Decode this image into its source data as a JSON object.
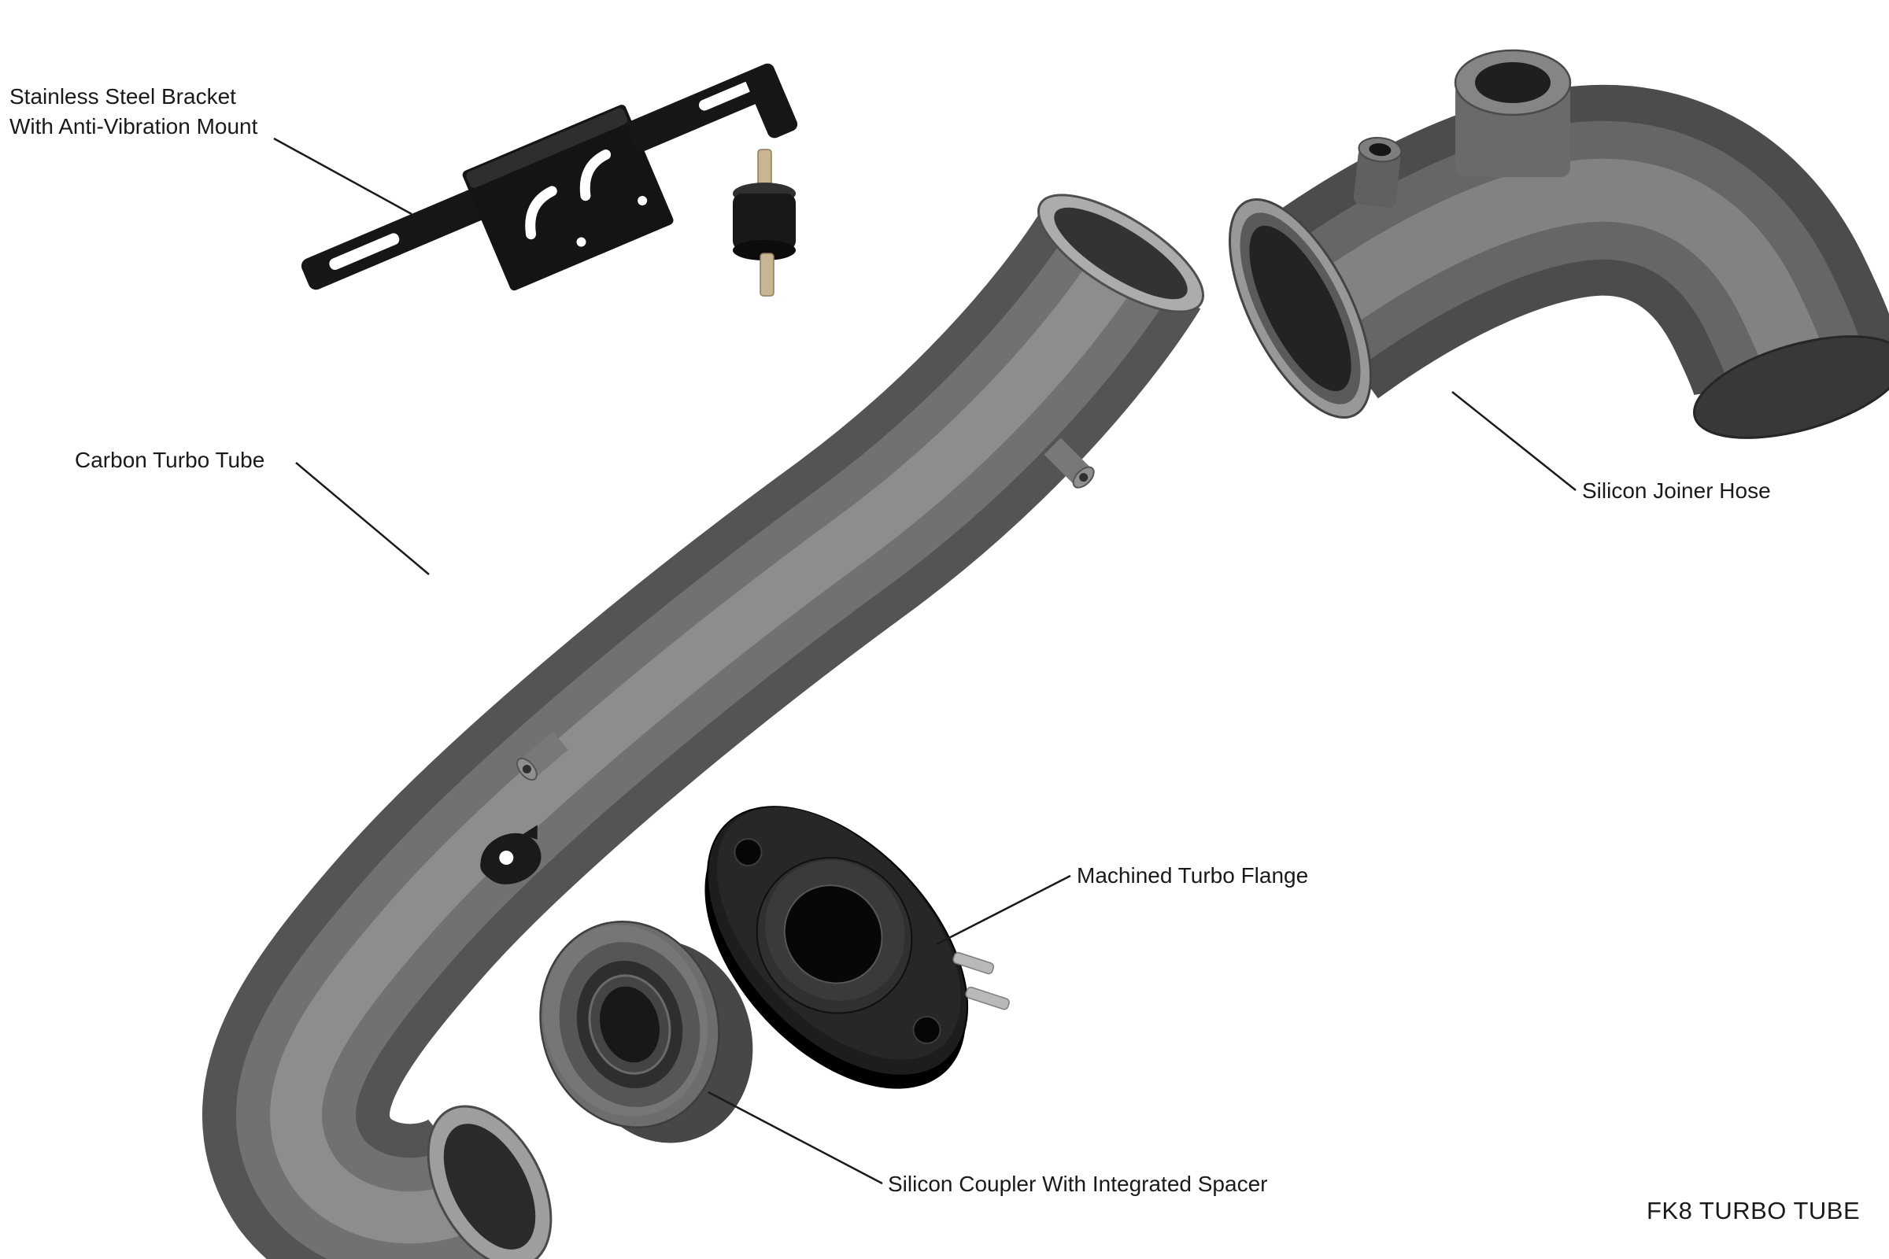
{
  "diagram": {
    "type": "exploded-view-technical-diagram",
    "title": "FK8 TURBO TUBE",
    "background_color": "#ffffff",
    "label_text_color": "#1a1a1a",
    "leader_line_color": "#1a1a1a",
    "labels": {
      "bracket": {
        "line1": "Stainless Steel Bracket",
        "line2": "With Anti-Vibration Mount"
      },
      "carbon_tube": "Carbon Turbo Tube",
      "joiner_hose": "Silicon Joiner Hose",
      "turbo_flange": "Machined Turbo Flange",
      "coupler": "Silicon Coupler With Integrated Spacer"
    },
    "part_colors": {
      "tube_gray": "#6e6e6e",
      "hose_gray": "#5f5f5f",
      "bracket_black": "#161616",
      "flange_black": "#1d1d1d",
      "coupler_gray": "#6d6d6d",
      "mount_stud_tan": "#c8b593"
    }
  }
}
